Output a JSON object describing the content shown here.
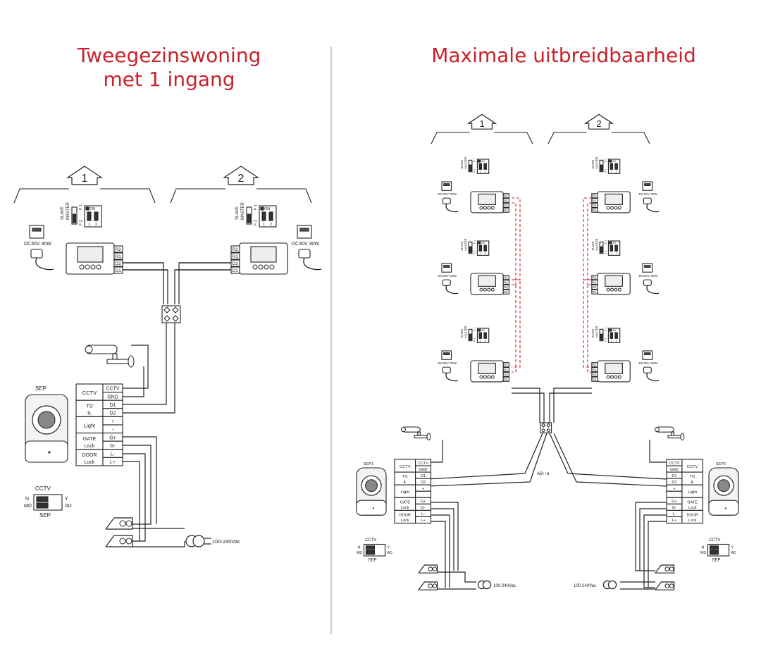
{
  "colors": {
    "title": "#c8222a",
    "line": "#222222",
    "slave_link": "#c8222a",
    "divider": "#bbbbbb"
  },
  "left": {
    "title_line1": "Tweegezinswoning",
    "title_line2": "met 1 ingang",
    "houses": [
      {
        "number": "1",
        "dip": {
          "slave": "SLAVE",
          "master": "MASTER",
          "f1": "F 1",
          "f2": "F 2",
          "on": "ON",
          "sw1": "1",
          "sw2": "2"
        },
        "power": "DC30V 30W"
      },
      {
        "number": "2",
        "dip": {
          "slave": "SLAVE",
          "master": "MASTER",
          "f1": "F 1",
          "f2": "F 2",
          "on": "ON",
          "sw1": "1",
          "sw2": "2"
        },
        "power": "DC30V 30W"
      }
    ],
    "monitor_terminals": [
      "R2",
      "R1",
      "D2",
      "D1"
    ],
    "outdoor": {
      "label": "SEP",
      "rows": [
        {
          "group": "CCTV",
          "term": "CCTV"
        },
        {
          "group": "",
          "term": "GND"
        },
        {
          "group": "TO IŁ",
          "term": "D1"
        },
        {
          "group": "",
          "term": "D2"
        },
        {
          "group": "Light",
          "term": "+"
        },
        {
          "group": "",
          "term": "-"
        },
        {
          "group": "GATE Lock",
          "term": "G+"
        },
        {
          "group": "",
          "term": "G-"
        },
        {
          "group": "DOOR Lock",
          "term": "L-"
        },
        {
          "group": "",
          "term": "L+"
        }
      ]
    },
    "switch": {
      "title": "CCTV",
      "n": "N",
      "md": "MD",
      "y": "Y",
      "ad": "AD",
      "footer": "SEP"
    },
    "mains": "100-240Vac"
  },
  "right": {
    "title": "Maximale uitbreidbaarheid",
    "houses": [
      {
        "number": "1"
      },
      {
        "number": "2"
      }
    ],
    "cable": "AB↑↑ɑ",
    "outdoor_labels": [
      "SEP1",
      "SEP2"
    ],
    "monitor_terminals": [
      "R2",
      "R1",
      "D2",
      "D1"
    ],
    "power": "DC30V 30W",
    "outdoor_rows": [
      {
        "group": "CCTV",
        "term": "CCTV"
      },
      {
        "group": "",
        "term": "GND"
      },
      {
        "group": "TO IŁ",
        "term": "D1"
      },
      {
        "group": "",
        "term": "D2"
      },
      {
        "group": "Light",
        "term": "+"
      },
      {
        "group": "",
        "term": "-"
      },
      {
        "group": "GATE Lock",
        "term": "G+"
      },
      {
        "group": "",
        "term": "G-"
      },
      {
        "group": "DOOR Lock",
        "term": "L-"
      },
      {
        "group": "",
        "term": "L+"
      }
    ],
    "switch": {
      "title": "CCTV",
      "n": "N",
      "md": "MD",
      "y": "Y",
      "ad": "AD",
      "footer": "SEP"
    },
    "mains": "100-240Vac"
  }
}
